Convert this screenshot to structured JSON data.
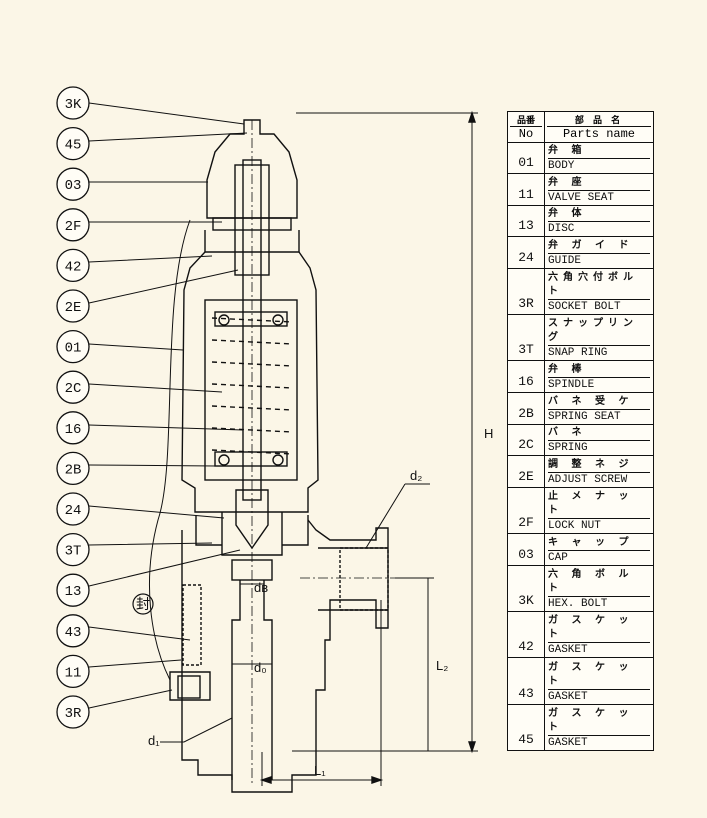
{
  "callouts": [
    "3K",
    "45",
    "03",
    "2F",
    "42",
    "2E",
    "01",
    "2C",
    "16",
    "2B",
    "24",
    "3T",
    "13",
    "43",
    "11",
    "3R"
  ],
  "seal_mark": "封",
  "dimensions": {
    "H": "H",
    "d1": "d₁",
    "d2": "d₂",
    "d0": "d₀",
    "dB": "dв",
    "L1": "L₁",
    "L2": "L₂"
  },
  "table": {
    "header_no_jp": "品番",
    "header_no": "No",
    "header_name_jp": "部 品 名",
    "header_name": "Parts name",
    "rows": [
      {
        "no": "01",
        "jp": "弁 箱",
        "en": "BODY"
      },
      {
        "no": "11",
        "jp": "弁 座",
        "en": "VALVE SEAT"
      },
      {
        "no": "13",
        "jp": "弁 体",
        "en": "DISC"
      },
      {
        "no": "24",
        "jp": "弁 ガ イ ド",
        "en": "GUIDE"
      },
      {
        "no": "3R",
        "jp": "六角穴付ボルト",
        "en": "SOCKET BOLT"
      },
      {
        "no": "3T",
        "jp": "スナップリング",
        "en": "SNAP RING"
      },
      {
        "no": "16",
        "jp": "弁 棒",
        "en": "SPINDLE"
      },
      {
        "no": "2B",
        "jp": "バ ネ 受 ケ",
        "en": "SPRING SEAT"
      },
      {
        "no": "2C",
        "jp": "バ ネ",
        "en": "SPRING"
      },
      {
        "no": "2E",
        "jp": "調 整 ネ ジ",
        "en": "ADJUST SCREW"
      },
      {
        "no": "2F",
        "jp": "止 メ ナ ッ ト",
        "en": "LOCK NUT"
      },
      {
        "no": "03",
        "jp": "キ ャ ッ プ",
        "en": "CAP"
      },
      {
        "no": "3K",
        "jp": "六 角 ボ ル ト",
        "en": "HEX. BOLT"
      },
      {
        "no": "42",
        "jp": "ガ ス ケ ッ ト",
        "en": "GASKET"
      },
      {
        "no": "43",
        "jp": "ガ ス ケ ッ ト",
        "en": "GASKET"
      },
      {
        "no": "45",
        "jp": "ガ ス ケ ッ ト",
        "en": "GASKET"
      }
    ]
  }
}
